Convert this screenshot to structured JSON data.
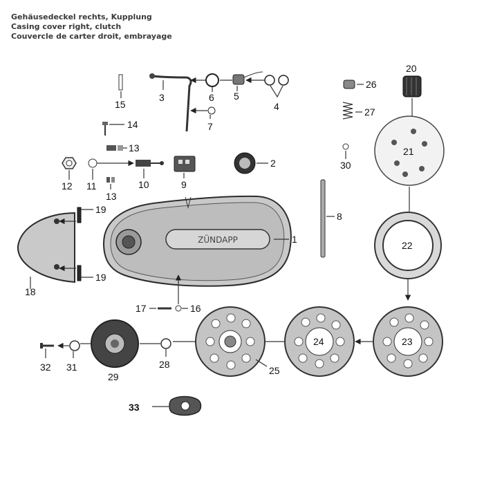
{
  "title_lines": [
    "Gehäusedeckel rechts, Kupplung",
    "Casing cover right, clutch",
    "Couvercle de carter droit, embrayage"
  ],
  "cover_logo": "ZÜNDAPP",
  "parts": [
    {
      "id": "1",
      "label": "1"
    },
    {
      "id": "2",
      "label": "2"
    },
    {
      "id": "3",
      "label": "3"
    },
    {
      "id": "4",
      "label": "4"
    },
    {
      "id": "5",
      "label": "5"
    },
    {
      "id": "6",
      "label": "6"
    },
    {
      "id": "7",
      "label": "7"
    },
    {
      "id": "8",
      "label": "8"
    },
    {
      "id": "9",
      "label": "9"
    },
    {
      "id": "10",
      "label": "10"
    },
    {
      "id": "11",
      "label": "11"
    },
    {
      "id": "12",
      "label": "12"
    },
    {
      "id": "13a",
      "label": "13"
    },
    {
      "id": "13b",
      "label": "13"
    },
    {
      "id": "14",
      "label": "14"
    },
    {
      "id": "15",
      "label": "15"
    },
    {
      "id": "16",
      "label": "16"
    },
    {
      "id": "17",
      "label": "17"
    },
    {
      "id": "18",
      "label": "18"
    },
    {
      "id": "19a",
      "label": "19"
    },
    {
      "id": "19b",
      "label": "19"
    },
    {
      "id": "20",
      "label": "20"
    },
    {
      "id": "21",
      "label": "21"
    },
    {
      "id": "22",
      "label": "22"
    },
    {
      "id": "23",
      "label": "23"
    },
    {
      "id": "24",
      "label": "24"
    },
    {
      "id": "25",
      "label": "25"
    },
    {
      "id": "26",
      "label": "26"
    },
    {
      "id": "27",
      "label": "27"
    },
    {
      "id": "28",
      "label": "28"
    },
    {
      "id": "29",
      "label": "29"
    },
    {
      "id": "30",
      "label": "30"
    },
    {
      "id": "31",
      "label": "31"
    },
    {
      "id": "32",
      "label": "32"
    },
    {
      "id": "33",
      "label": "33"
    }
  ]
}
